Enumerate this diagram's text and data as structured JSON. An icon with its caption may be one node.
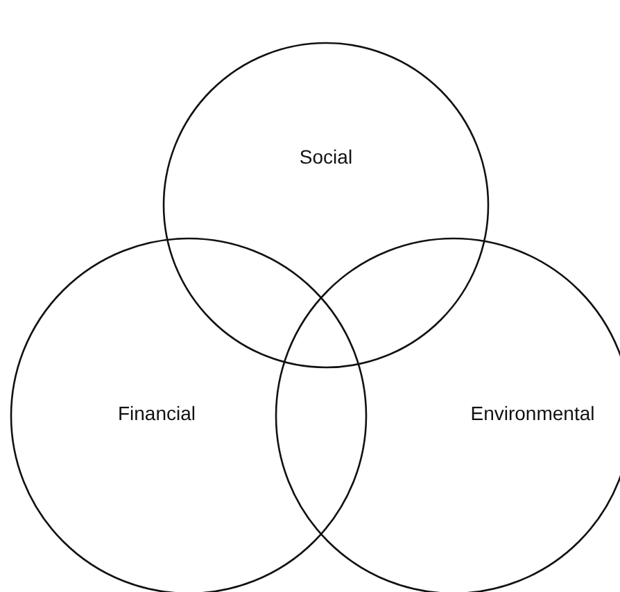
{
  "diagram": {
    "nodes": [
      {
        "text": [
          "Social"
        ]
      },
      {
        "text": [
          "Financial"
        ]
      },
      {
        "text": [
          "Environmental"
        ]
      }
    ]
  }
}
